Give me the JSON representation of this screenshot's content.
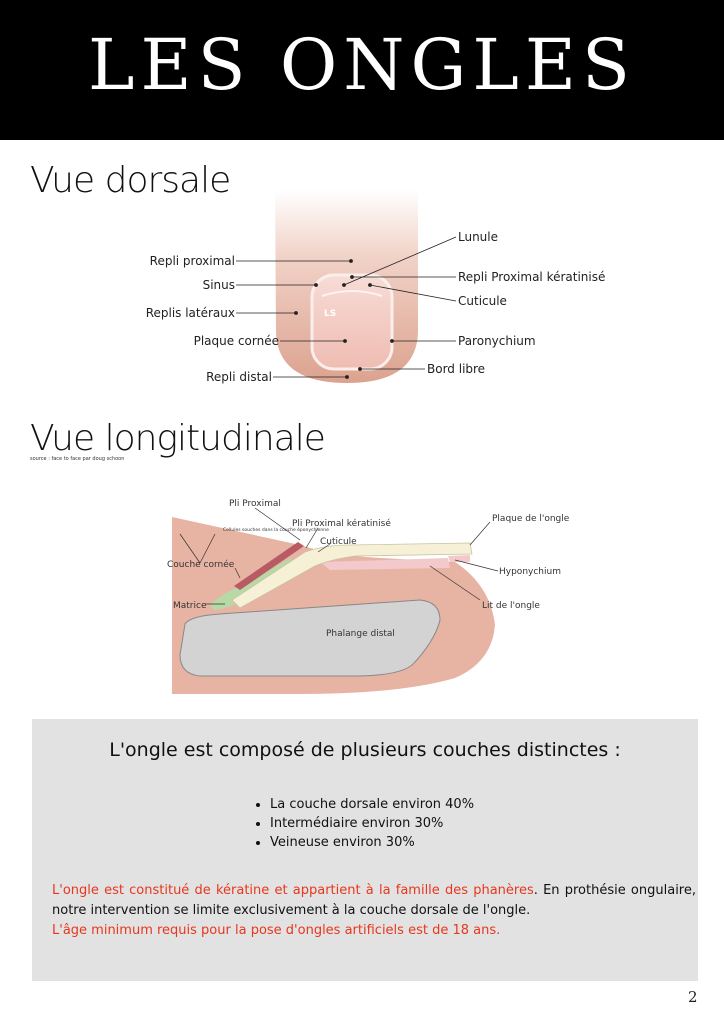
{
  "header": {
    "title": "LES ONGLES"
  },
  "dorsal": {
    "title": "Vue dorsale",
    "labels": {
      "repli_proximal": "Repli proximal",
      "sinus": "Sinus",
      "replis_lateraux": "Replis latéraux",
      "plaque_cornee": "Plaque cornée",
      "repli_distal": "Repli distal",
      "lunule": "Lunule",
      "repli_proximal_keratinise": "Repli Proximal kératinisé",
      "cuticule": "Cuticule",
      "paronychium": "Paronychium",
      "bord_libre": "Bord libre"
    },
    "watermark": "LS"
  },
  "longitudinal": {
    "title": "Vue longitudinale",
    "source": "source : face to face par doug schoon",
    "labels": {
      "pli_proximal": "Pli Proximal",
      "cellules": "Cellules souches dans la couche éponychienne",
      "pli_proximal_keratinise": "Pli Proximal kératinisé",
      "cuticule": "Cuticule",
      "couche_cornee": "Couche cornée",
      "matrice": "Matrice",
      "plaque_ongle": "Plaque de l'ongle",
      "hyponychium": "Hyponychium",
      "lit_ongle": "Lit de l'ongle",
      "phalange": "Phalange distal"
    }
  },
  "info": {
    "heading": "L'ongle est composé de plusieurs couches distinctes :",
    "layers": [
      "La couche dorsale environ 40%",
      "Intermédiaire environ 30%",
      "Veineuse environ 30%"
    ],
    "para_red_1": "L'ongle est constitué de kératine et appartient à la famille des phanères",
    "para_black": ". En prothésie ongulaire, notre intervention se limite exclusivement à la couche dorsale de l'ongle.",
    "para_red_2": "L'âge minimum requis pour la pose d'ongles artificiels est de 18 ans."
  },
  "page_number": "2",
  "colors": {
    "accent_red": "#e8371d",
    "header_bg": "#000000",
    "info_bg": "#e2e2e2"
  }
}
